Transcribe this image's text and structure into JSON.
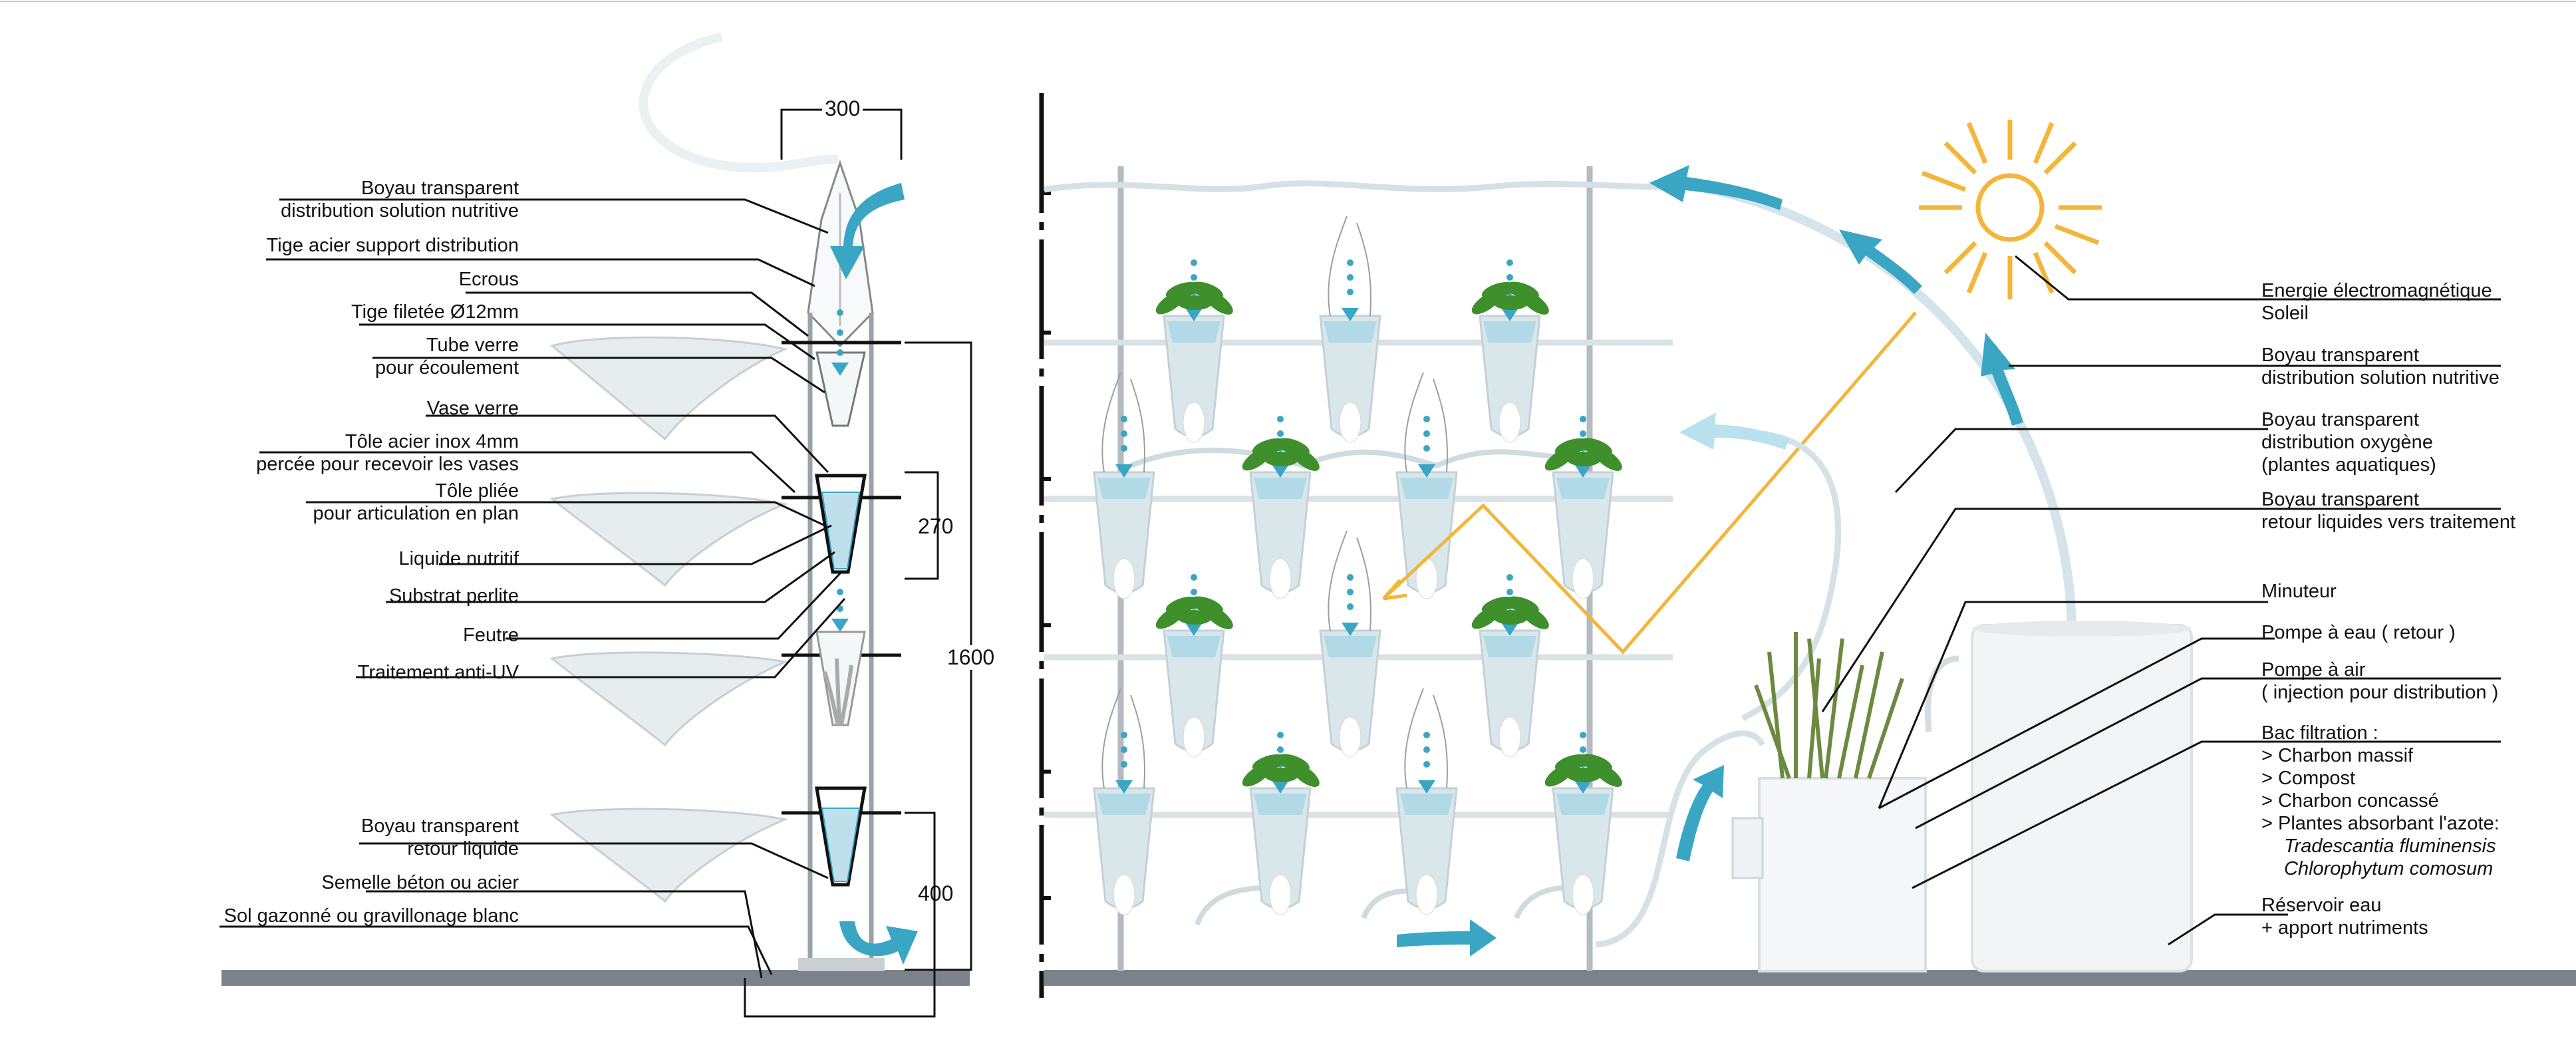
{
  "left_labels": [
    {
      "id": "boyau-distribution",
      "lines": [
        "Boyau transparent",
        "distribution solution nutritive"
      ]
    },
    {
      "id": "tige-support",
      "lines": [
        "Tige acier support distribution"
      ]
    },
    {
      "id": "ecrous",
      "lines": [
        "Ecrous"
      ]
    },
    {
      "id": "tige-filetee",
      "lines": [
        "Tige filetée Ø12mm"
      ]
    },
    {
      "id": "tube-verre",
      "lines": [
        "Tube verre",
        "pour écoulement"
      ]
    },
    {
      "id": "vase-verre",
      "lines": [
        "Vase verre"
      ]
    },
    {
      "id": "tole-inox",
      "lines": [
        "Tôle acier inox 4mm",
        "percée pour recevoir les vases"
      ]
    },
    {
      "id": "tole-pliee",
      "lines": [
        "Tôle  pliée",
        "pour articulation en plan"
      ]
    },
    {
      "id": "liquide-nutritif",
      "lines": [
        "Liquide nutritif"
      ]
    },
    {
      "id": "substrat-perlite",
      "lines": [
        "Substrat perlite"
      ]
    },
    {
      "id": "feutre",
      "lines": [
        "Feutre"
      ]
    },
    {
      "id": "traitement-uv",
      "lines": [
        "Traitement anti-UV"
      ]
    },
    {
      "id": "boyau-retour",
      "lines": [
        "Boyau transparent",
        "retour liquide"
      ]
    },
    {
      "id": "semelle",
      "lines": [
        "Semelle béton ou acier"
      ]
    },
    {
      "id": "sol",
      "lines": [
        "Sol gazonné ou gravillonage blanc"
      ]
    }
  ],
  "right_labels": [
    {
      "id": "energie",
      "lines": [
        "Energie électromagnétique",
        "Soleil"
      ]
    },
    {
      "id": "boyau-distribution-r",
      "lines": [
        "Boyau transparent",
        "distribution solution nutritive"
      ]
    },
    {
      "id": "boyau-oxygene",
      "lines": [
        "Boyau transparent",
        "distribution oxygène",
        "(plantes aquatiques)"
      ]
    },
    {
      "id": "boyau-retour-r",
      "lines": [
        "Boyau transparent",
        "retour liquides vers traitement"
      ]
    },
    {
      "id": "minuteur",
      "lines": [
        "Minuteur"
      ]
    },
    {
      "id": "pompe-eau",
      "lines": [
        "Pompe à eau ( retour )"
      ]
    },
    {
      "id": "pompe-air",
      "lines": [
        "Pompe à air",
        "( injection pour distribution )"
      ]
    },
    {
      "id": "bac-filtration",
      "lines": [
        "Bac filtration :",
        "> Charbon massif",
        "> Compost",
        "> Charbon concassé",
        "> Plantes absorbant l'azote:"
      ],
      "italic_lines": [
        "Tradescantia fluminensis",
        "Chlorophytum comosum"
      ]
    },
    {
      "id": "reservoir",
      "lines": [
        "Réservoir eau",
        "+ apport nutriments"
      ]
    }
  ],
  "dimensions": {
    "width_top": "300",
    "spacing": "270",
    "total_height": "1600",
    "base": "400"
  },
  "colors": {
    "arrow": "#3aa6c4",
    "arrow_light": "#b9e1ee",
    "water": "#9fd3e4",
    "sun": "#f3b63a",
    "ground": "#7c828a",
    "glass": "#d9e6ea",
    "leaf": "#3f8f2d"
  }
}
